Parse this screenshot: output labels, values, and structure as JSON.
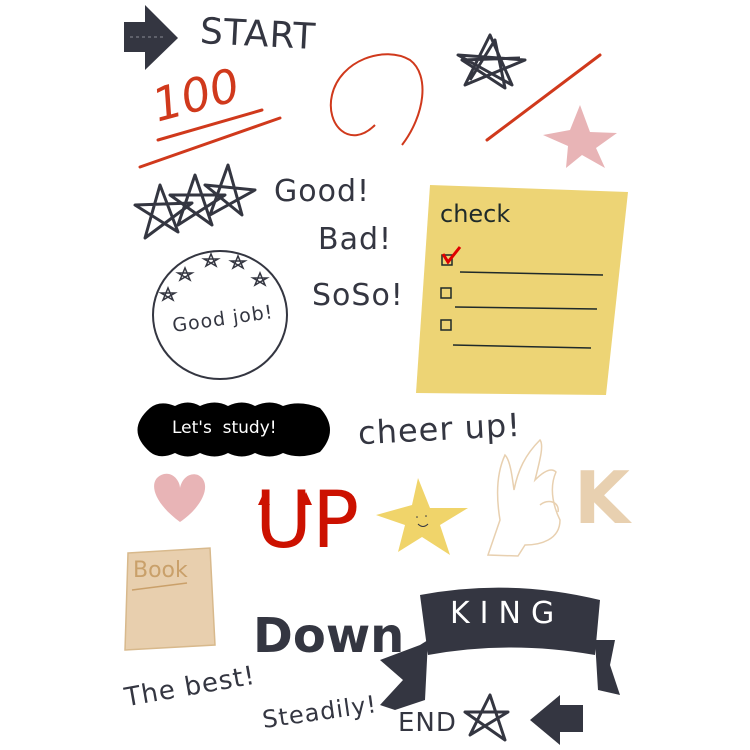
{
  "stickers": {
    "start": "START",
    "hundred": "100",
    "good": "Good!",
    "bad": "Bad!",
    "soso": "SoSo!",
    "good_job": "Good job!",
    "check_title": "check",
    "lets_study": "Let's  study!",
    "cheer_up": "cheer up!",
    "up": "UP",
    "k_letter": "K",
    "book": "Book",
    "down": "Down",
    "king": "KING",
    "the_best": "The best!",
    "steadily": "Steadily!",
    "end": "END"
  },
  "colors": {
    "ink": "#343641",
    "red": "#cc1100",
    "note_yellow": "#edd475",
    "star_yellow": "#f0d46a",
    "pink": "#e8b4b6",
    "beige": "#e8d0b0"
  }
}
